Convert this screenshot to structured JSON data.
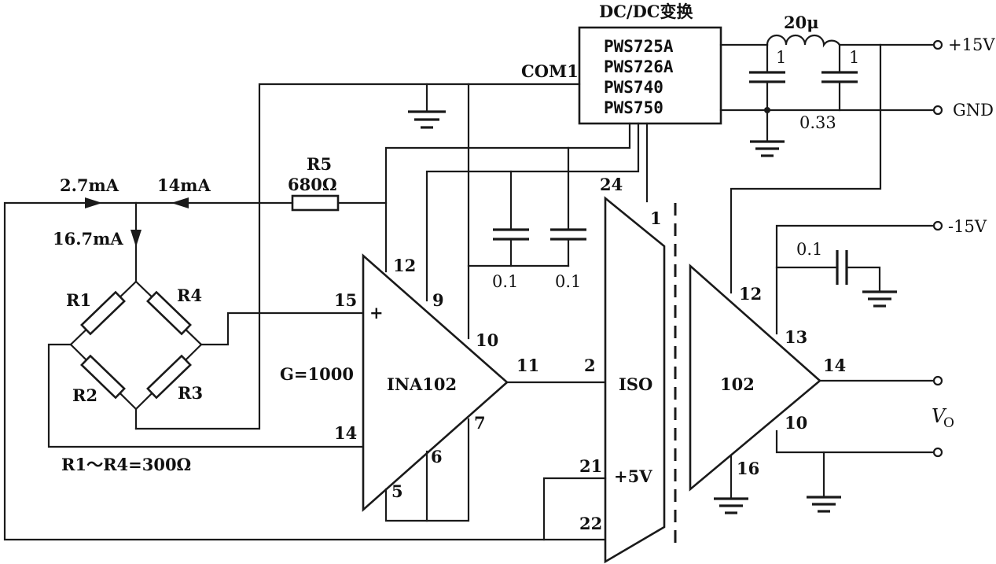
{
  "dcdc": {
    "title": "DC/DC变换",
    "parts": [
      "PWS725A",
      "PWS726A",
      "PWS740",
      "PWS750"
    ],
    "com_label": "COM1"
  },
  "filter": {
    "inductor": "20μ",
    "cap_left": "1",
    "cap_right": "1",
    "cap_bottom": "0.33"
  },
  "terminals": {
    "plus15": "+15V",
    "gnd": "GND",
    "minus15": "-15V",
    "vo_main": "V",
    "vo_sub": "O"
  },
  "bridge": {
    "r1": "R1",
    "r2": "R2",
    "r3": "R3",
    "r4": "R4",
    "range": "R1～R4=300Ω",
    "i_left": "2.7mA",
    "i_right": "14mA",
    "i_total": "16.7mA"
  },
  "r5": {
    "name": "R5",
    "value": "680Ω"
  },
  "ina": {
    "name": "INA102",
    "gain": "G=1000",
    "plus": "+",
    "pins": {
      "p15": "15",
      "p14": "14",
      "p12": "12",
      "p9": "9",
      "p10": "10",
      "p11": "11",
      "p7": "7",
      "p6": "6",
      "p5": "5"
    }
  },
  "bypass": {
    "c1": "0.1",
    "c2": "0.1"
  },
  "iso": {
    "name": "ISO",
    "supply": "+5V",
    "pins": {
      "p24": "24",
      "p1": "1",
      "p2": "2",
      "p21": "21",
      "p22": "22"
    }
  },
  "out_amp": {
    "name": "102",
    "cap": "0.1",
    "pins": {
      "p12": "12",
      "p13": "13",
      "p14": "14",
      "p10": "10",
      "p16": "16"
    }
  }
}
